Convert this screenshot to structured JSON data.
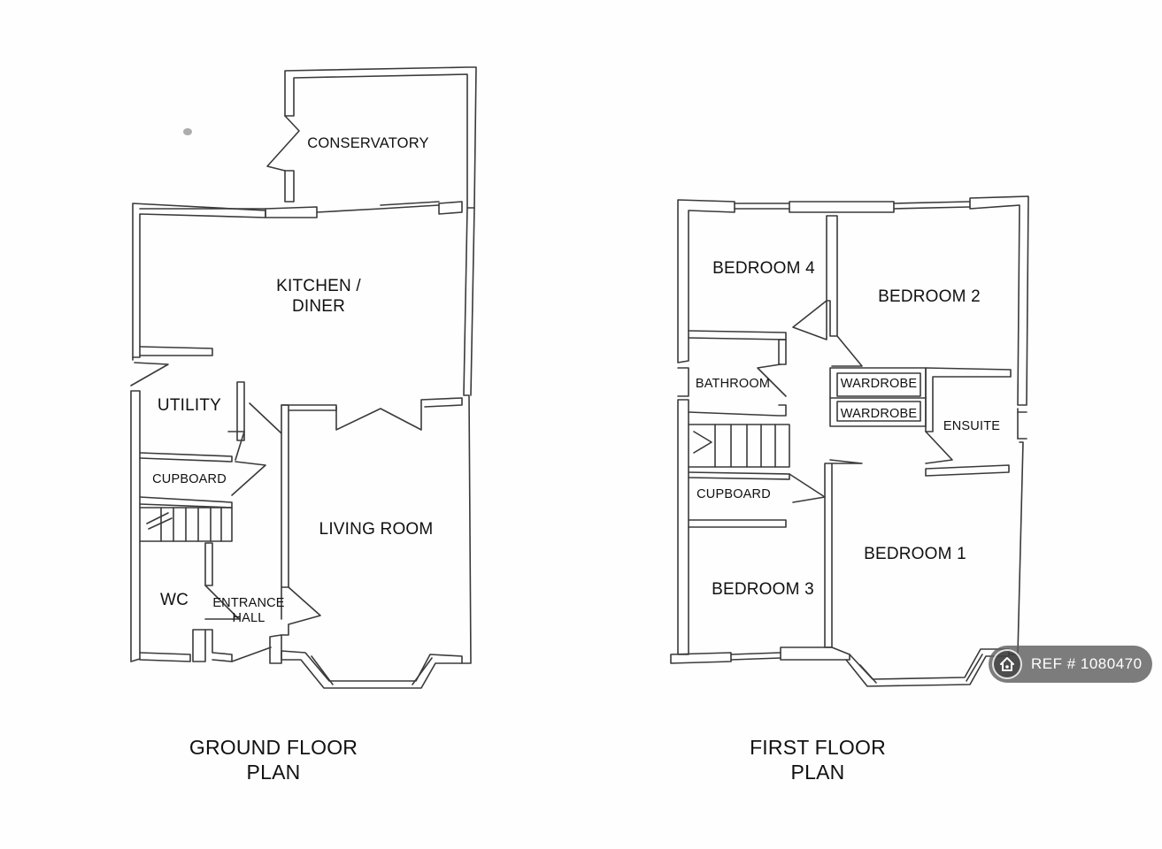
{
  "ground_floor": {
    "title": "GROUND FLOOR\nPLAN",
    "rooms": {
      "conservatory": "CONSERVATORY",
      "kitchen_diner": "KITCHEN /\nDINER",
      "utility": "UTILITY",
      "cupboard": "CUPBOARD",
      "living_room": "LIVING ROOM",
      "wc": "WC",
      "entrance_hall": "ENTRANCE\nHALL"
    }
  },
  "first_floor": {
    "title": "FIRST FLOOR\nPLAN",
    "rooms": {
      "bedroom_4": "BEDROOM 4",
      "bedroom_2": "BEDROOM 2",
      "bathroom": "BATHROOM",
      "wardrobe_1": "WARDROBE",
      "wardrobe_2": "WARDROBE",
      "ensuite": "ENSUITE",
      "cupboard": "CUPBOARD",
      "bedroom_1": "BEDROOM 1",
      "bedroom_3": "BEDROOM 3"
    }
  },
  "ref_badge": {
    "text": "REF # 1080470",
    "icon": "home-logo-icon"
  },
  "colors": {
    "line": "#3a3a3a",
    "paper": "#fefefe"
  }
}
